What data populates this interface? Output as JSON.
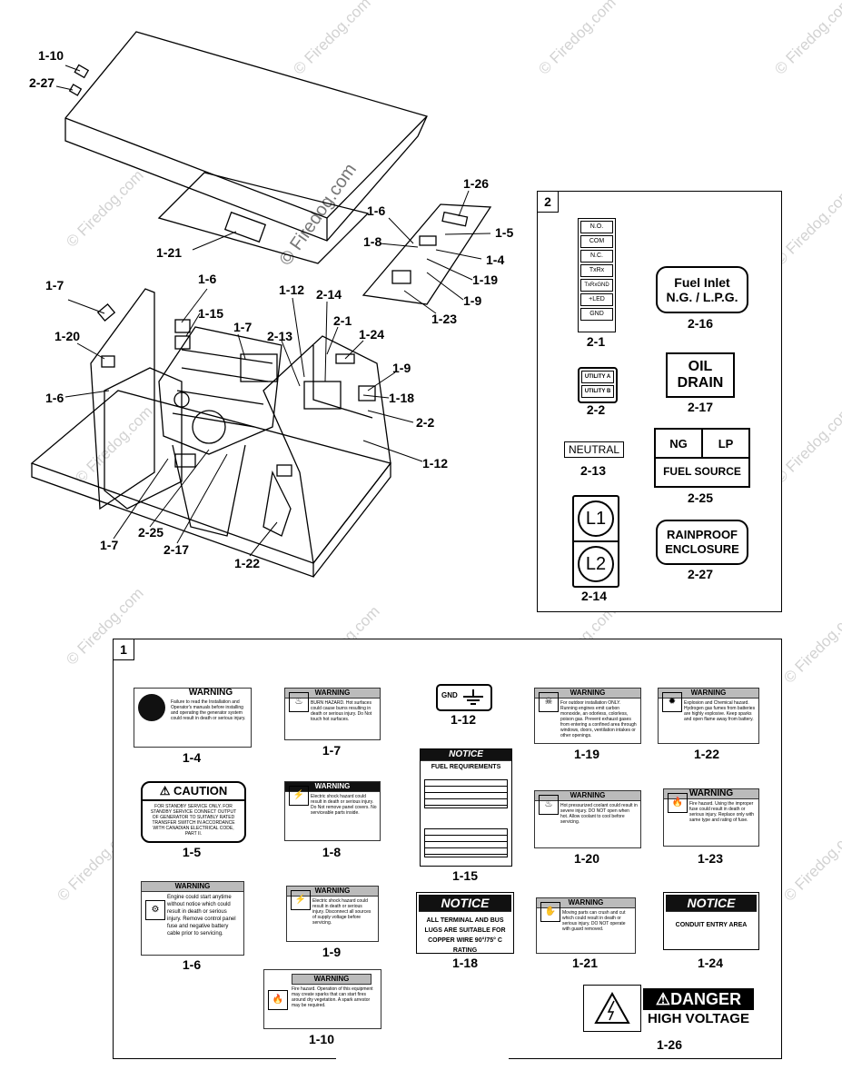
{
  "watermark": "© Firedog.com",
  "callouts": {
    "c1": "1-10",
    "c2": "2-27",
    "c3": "1-26",
    "c4": "1-6",
    "c5": "1-5",
    "c6": "1-8",
    "c7": "1-4",
    "c8": "1-19",
    "c9": "1-9",
    "c10": "1-23",
    "c11": "1-21",
    "c12": "1-7",
    "c13": "1-6",
    "c14": "1-15",
    "c15": "1-12",
    "c16": "2-14",
    "c17": "1-20",
    "c18": "1-7",
    "c19": "2-13",
    "c20": "2-1",
    "c21": "1-24",
    "c22": "1-9",
    "c23": "1-18",
    "c24": "1-6",
    "c25": "2-2",
    "c26": "1-12",
    "c27": "1-7",
    "c28": "2-25",
    "c29": "2-17",
    "c30": "1-22"
  },
  "panel2": {
    "tag": "2",
    "terminal_rows": [
      "N.O.",
      "COM",
      "N.C.",
      "TxRx",
      "TxRxGND",
      "+LED",
      "GND"
    ],
    "fuel_inlet_line1": "Fuel Inlet",
    "fuel_inlet_line2": "N.G. / L.P.G.",
    "utility_a": "UTILITY A",
    "utility_b": "UTILITY B",
    "oil_line1": "OIL",
    "oil_line2": "DRAIN",
    "neutral": "NEUTRAL",
    "ng": "NG",
    "lp": "LP",
    "fuel_source": "FUEL SOURCE",
    "l1": "L1",
    "l2": "L2",
    "rainproof_line1": "RAINPROOF",
    "rainproof_line2": "ENCLOSURE",
    "captions": {
      "c21": "2-1",
      "c16": "2-16",
      "c22": "2-2",
      "c17": "2-17",
      "c13": "2-13",
      "c25": "2-25",
      "c14": "2-14",
      "c27": "2-27"
    }
  },
  "panel1": {
    "tag": "1",
    "warning": "WARNING",
    "caution": "CAUTION",
    "notice": "NOTICE",
    "danger": "DANGER",
    "high_voltage": "HIGH VOLTAGE",
    "gnd": "GND",
    "text_1_4": "Failure to read the Installation and Operator's manuals before installing and operating the generator system could result in death or serious injury.",
    "text_1_7": "BURN HAZARD. Hot surfaces could cause burns resulting in death or serious injury. Do Not touch hot surfaces.",
    "text_1_19": "For outdoor installation ONLY. Running engines emit carbon monoxide, an odorless, colorless, poison gas. Prevent exhaust gases from entering a confined area through windows, doors, ventilation intakes or other openings.",
    "text_1_22": "Explosion and Chemical hazard. Hydrogen gas fumes from batteries are highly explosive. Keep sparks and open flame away from battery.",
    "text_1_5": "FOR STANDBY SERVICE ONLY. FOR STANDBY SERVICE CONNECT OUTPUT OF GENERATOR TO SUITABLY RATED TRANSFER SWITCH IN ACCORDANCE WITH CANADIAN ELECTRICAL CODE, PART II.",
    "text_1_8": "Electric shock hazard could result in death or serious injury. Do Not remove panel covers. No serviceable parts inside.",
    "text_1_15_title": "FUEL REQUIREMENTS",
    "text_1_20": "Hot pressurized coolant could result in severe injury. DO NOT open when hot. Allow coolant to cool before servicing.",
    "text_1_23": "Fire hazard. Using the improper fuse could result in death or serious injury. Replace only with same type and rating of fuse.",
    "text_1_6": "Engine could start anytime without notice which could result in death or serious injury. Remove control panel fuse and negative battery cable prior to servicing.",
    "text_1_9": "Electric shock hazard could result in death or serious injury. Disconnect all sources of supply voltage before servicing.",
    "text_1_18": "ALL TERMINAL AND BUS LUGS ARE SUITABLE FOR COPPER WIRE 90°/75° C RATING",
    "text_1_21": "Moving parts can crush and cut which could result in death or serious injury. DO NOT operate with guard removed.",
    "text_1_24": "CONDUIT ENTRY AREA",
    "text_1_10": "Fire hazard. Operation of this equipment may create sparks that can start fires around dry vegetation. A spark arrestor may be required.",
    "captions": {
      "a": "1-4",
      "b": "1-7",
      "c": "1-12",
      "d": "1-19",
      "e": "1-22",
      "f": "1-5",
      "g": "1-8",
      "h": "1-15",
      "i": "1-20",
      "j": "1-23",
      "k": "1-6",
      "l": "1-9",
      "m": "1-18",
      "n": "1-21",
      "o": "1-24",
      "p": "1-10",
      "q": "1-26"
    }
  }
}
